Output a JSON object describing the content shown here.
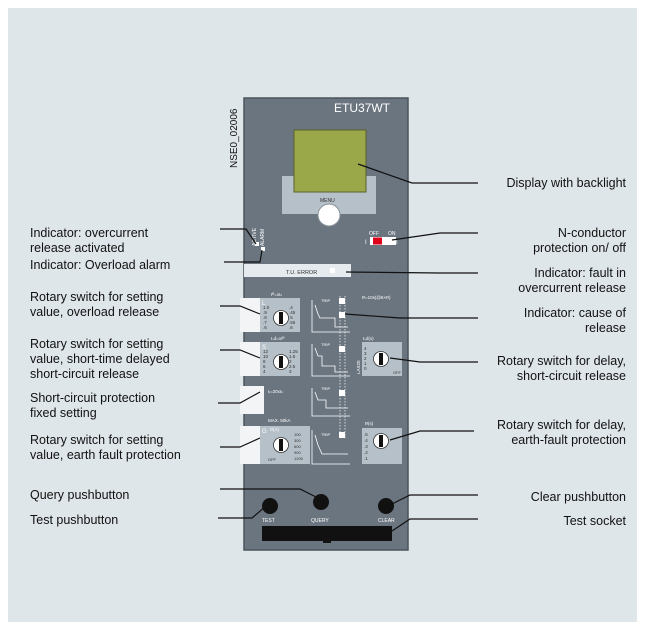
{
  "device": {
    "model": "ETU37WT",
    "drawing_id": "NSE0_02006",
    "menu_label": "MENU",
    "alarm_labels": [
      "ACTIVE",
      "ALARM"
    ],
    "n_switch": {
      "off": "OFF",
      "on": "ON",
      "left_symbol": "I",
      "right_symbol": "I"
    },
    "tu_error": "T.U. ERROR",
    "tu_error_formula": "tᵍ=10s(@6×Iᵍ)",
    "L_section": {
      "letter": "L",
      "header": "Iᴿ=xIₙ",
      "scale_left": [
        "1.0",
        ".9",
        ".8",
        ".7",
        ".6"
      ],
      "scale_right": [
        ".4",
        ".45",
        ".5",
        ".55",
        ".6"
      ]
    },
    "S_section": {
      "letter": "S",
      "header": "Iₛd=xIᴿ",
      "scale_left": [
        "12",
        "10",
        "8",
        "6",
        "4"
      ],
      "scale_right": [
        "1.25",
        "1.5",
        "2",
        "2.5",
        "3"
      ],
      "delay_header": "tₛd(s)",
      "delay_values": [
        "4",
        "3",
        "2",
        "1",
        "0"
      ],
      "delay_tag": "OFF",
      "delay_side": "LAS20"
    },
    "I_section": {
      "letter": "I",
      "header": "Iᵢ=20xIₙ",
      "max": "MAX. 50kA"
    },
    "G_section": {
      "letter": "G",
      "header": "Iᵍ(A)",
      "values": [
        "100",
        "300",
        "600",
        "900",
        "1200"
      ],
      "off": "OFF",
      "delay_header": "tᵍ(s)",
      "delay_values": [
        ".5",
        ".4",
        ".3",
        ".2",
        ".1"
      ]
    },
    "trip_label": "TRIP",
    "test_label": "TEST",
    "query_label": "QUERY",
    "clear_label": "CLEAR"
  },
  "labels_left": [
    {
      "text": "Indicator: overcurrent\nrelease activated"
    },
    {
      "text": "Indicator: Overload alarm"
    },
    {
      "text": "Rotary switch for setting\nvalue, overload release"
    },
    {
      "text": "Rotary switch for setting\nvalue, short-time delayed\nshort-circuit release"
    },
    {
      "text": "Short-circuit protection\nfixed setting"
    },
    {
      "text": "Rotary switch for setting\nvalue, earth fault protection"
    },
    {
      "text": "Query pushbutton"
    },
    {
      "text": "Test pushbutton"
    }
  ],
  "labels_right": [
    {
      "text": "Display with backlight"
    },
    {
      "text": "N-conductor\nprotection on/ off"
    },
    {
      "text": "Indicator: fault in\novercurrent release"
    },
    {
      "text": "Indicator: cause of\nrelease"
    },
    {
      "text": "Rotary switch for delay,\nshort-circuit release"
    },
    {
      "text": "Rotary switch for delay,\nearth-fault protection"
    },
    {
      "text": "Clear pushbutton"
    },
    {
      "text": "Test socket"
    }
  ],
  "colors": {
    "panel": "#6b7580",
    "panel_border": "#4b545d",
    "display": "#9ba849",
    "window": "#b5c0c8",
    "background": "#dfe6ea",
    "red": "#e0001b"
  }
}
